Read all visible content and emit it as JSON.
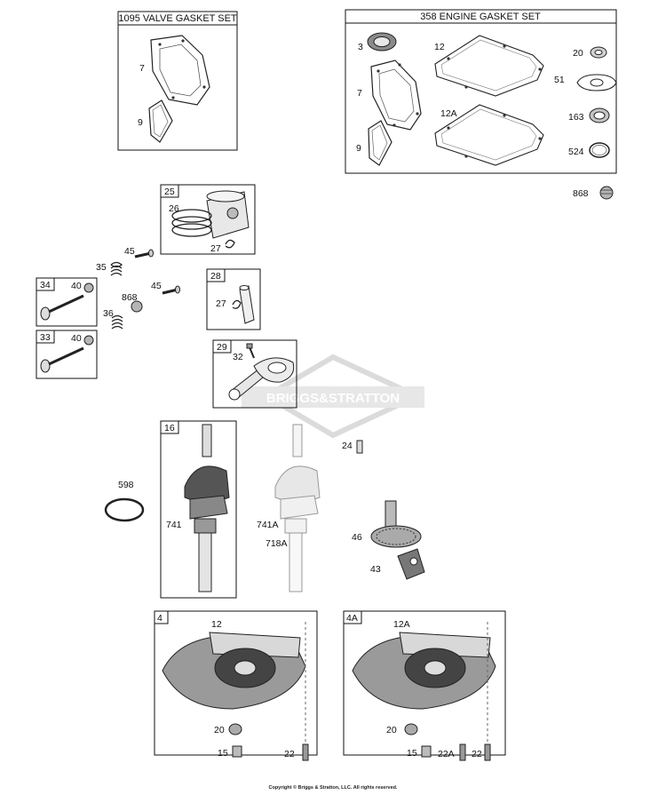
{
  "watermark": "BRIGGS&STRATTON",
  "copyright": "Copyright © Briggs & Stratton, LLC. All rights reserved.",
  "kits": {
    "valve_gasket_set": "1095 VALVE GASKET SET",
    "engine_gasket_set": "358 ENGINE GASKET SET"
  },
  "boxes": {
    "piston_assembly": "25",
    "connecting_rod": "29",
    "crankshaft": "16",
    "sump_4": "4",
    "sump_4a": "4A",
    "valve_34": "34",
    "valve_33": "33",
    "pin_box": "28"
  },
  "labels": {
    "vgs_7": "7",
    "vgs_9": "9",
    "egs_3": "3",
    "egs_7": "7",
    "egs_9": "9",
    "egs_12": "12",
    "egs_12a": "12A",
    "egs_20": "20",
    "egs_51": "51",
    "egs_163": "163",
    "egs_524": "524",
    "p868_top": "868",
    "p26": "26",
    "p27a": "27",
    "p27b": "27",
    "p45a": "45",
    "p35": "35",
    "p45b": "45",
    "p868b": "868",
    "p36": "36",
    "p40a": "40",
    "p40b": "40",
    "p32": "32",
    "p24": "24",
    "p598": "598",
    "p741": "741",
    "p741a": "741A",
    "p718a": "718A",
    "p46": "46",
    "p43": "43",
    "s4_12": "12",
    "s4_20": "20",
    "s4_15": "15",
    "s4_22": "22",
    "s4a_12a": "12A",
    "s4a_20": "20",
    "s4a_15": "15",
    "s4a_22a": "22A",
    "s4a_22": "22"
  }
}
